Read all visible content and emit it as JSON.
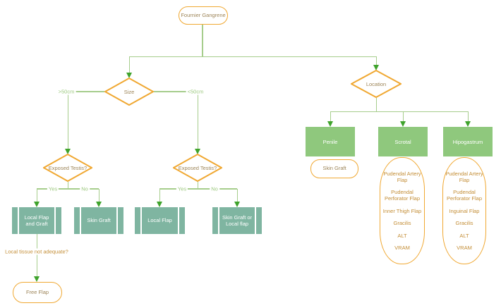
{
  "diagram": {
    "root_label": "Fournier Gangrene",
    "colors": {
      "shape_border_orange": "#F0A832",
      "connector_green": "#A6CD8C",
      "arrowhead_green": "#3FA32C",
      "process_fill_teal": "#7FB5A1",
      "site_fill_green": "#8FC87D",
      "node_text_brown": "#9C8457",
      "list_text_orange": "#C38D35",
      "box_text_white": "#FFFFFF"
    },
    "size_branch": {
      "decision_label": "Size",
      "greater_label": ">50cm",
      "less_label": "<50cm",
      "exposed_testis_label": "Exposed Testis?",
      "yes_label": "Yes",
      "no_label": "No",
      "greater_yes_box": "Local Flap and Graft",
      "greater_no_box": "Skin Graft",
      "less_yes_box": "Local Flap",
      "less_no_box": "Skin Graft or Local flap",
      "inadequate_label": "Local tissue not adequate?",
      "free_flap_label": "Free Flap"
    },
    "location_branch": {
      "decision_label": "Location",
      "sites": [
        {
          "label": "Penile",
          "options": [
            "Skin Graft"
          ]
        },
        {
          "label": "Scrotal",
          "options": [
            "Pudendal Artery Flap",
            "Pudendal Perforator Flap",
            "Inner Thigh Flap",
            "Gracilis",
            "ALT",
            "VRAM"
          ]
        },
        {
          "label": "Hipogastrum",
          "options": [
            "Pudendal Artery Flap",
            "Pudendal Perforator Flap",
            "Inguinal Flap",
            "Gracilis",
            "ALT",
            "VRAM"
          ]
        }
      ]
    }
  }
}
